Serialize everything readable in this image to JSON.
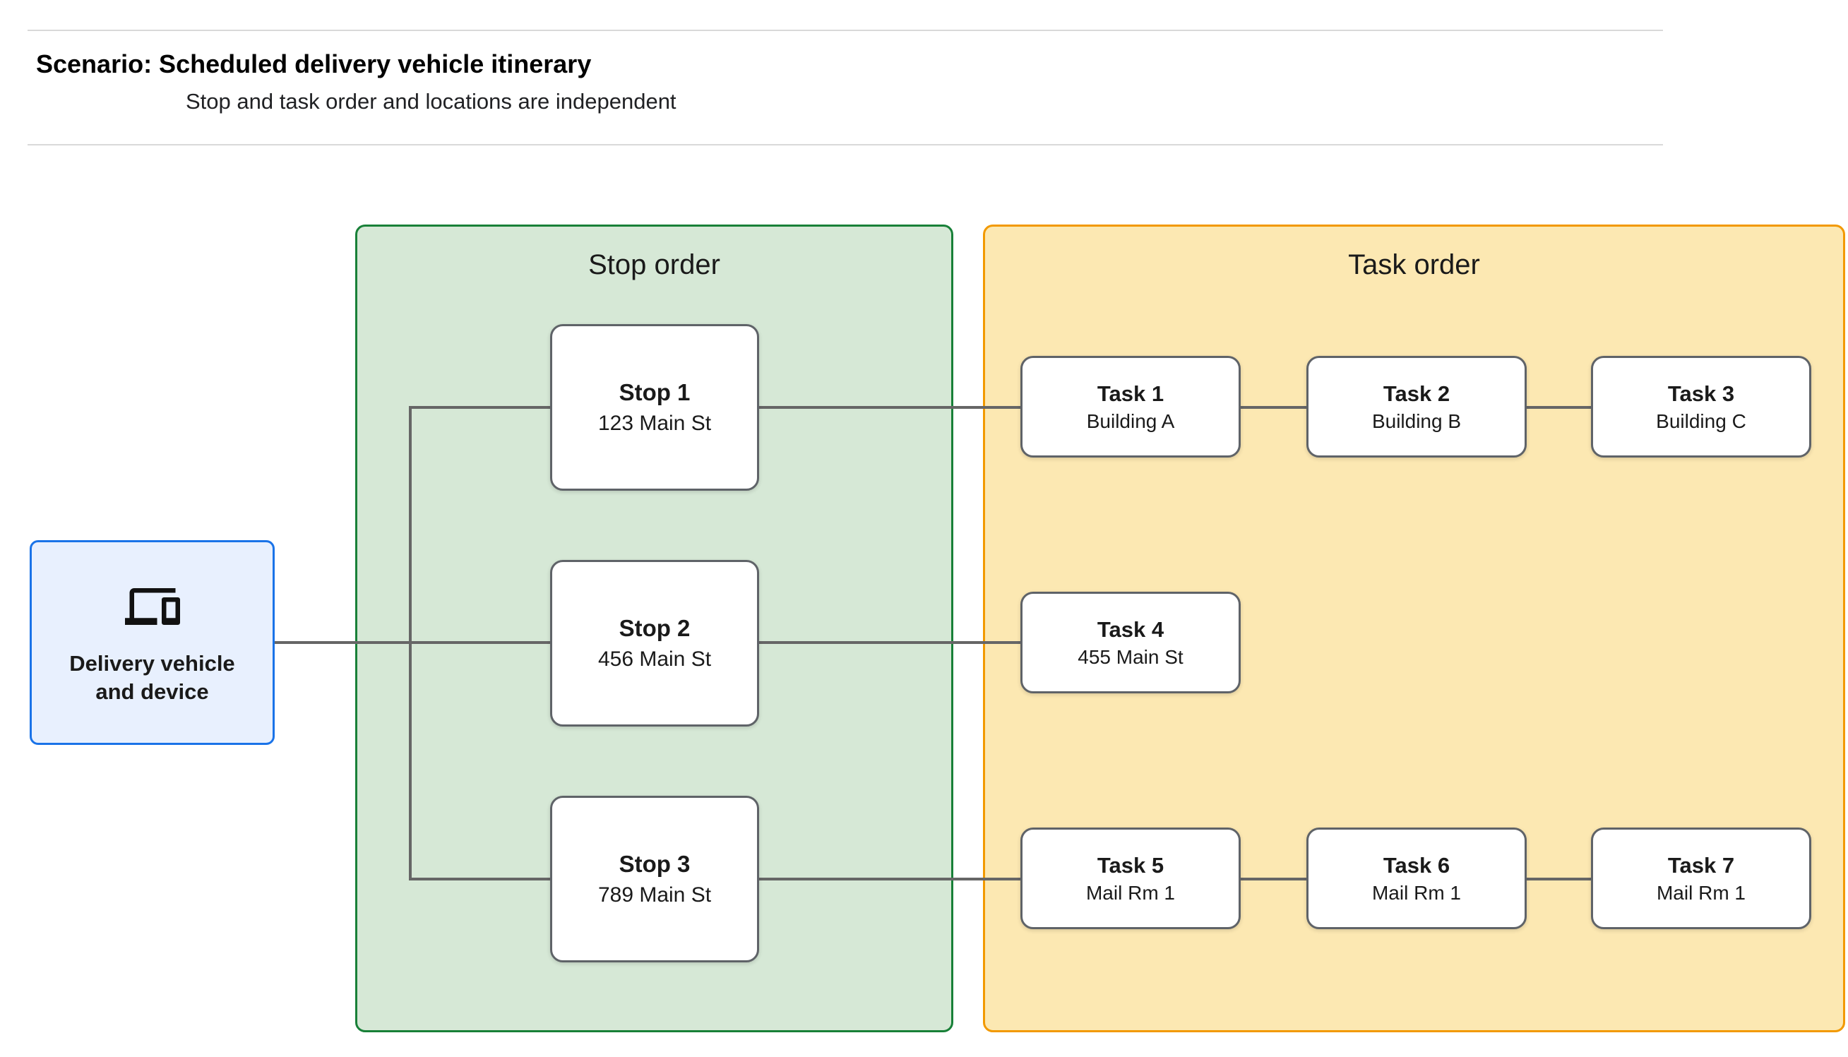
{
  "header": {
    "title": "Scenario: Scheduled delivery vehicle itinerary",
    "subtitle": "Stop and task order and locations are independent"
  },
  "device_node": {
    "label": "Delivery vehicle and device",
    "icon": "devices-icon"
  },
  "panels": {
    "stop_order": {
      "title": "Stop order",
      "fill": "#d6e8d6",
      "border": "#188038"
    },
    "task_order": {
      "title": "Task order",
      "fill": "#fce8b2",
      "border": "#f29900"
    }
  },
  "stops": [
    {
      "name": "Stop 1",
      "location": "123 Main St"
    },
    {
      "name": "Stop 2",
      "location": "456 Main St"
    },
    {
      "name": "Stop 3",
      "location": "789 Main St"
    }
  ],
  "tasks": [
    {
      "name": "Task 1",
      "location": "Building A"
    },
    {
      "name": "Task 2",
      "location": "Building B"
    },
    {
      "name": "Task 3",
      "location": "Building C"
    },
    {
      "name": "Task 4",
      "location": "455 Main St"
    },
    {
      "name": "Task 5",
      "location": "Mail Rm 1"
    },
    {
      "name": "Task 6",
      "location": "Mail Rm 1"
    },
    {
      "name": "Task 7",
      "location": "Mail Rm 1"
    }
  ],
  "connections": {
    "device_to": [
      "Stop 1",
      "Stop 2",
      "Stop 3"
    ],
    "stop_to_tasks": {
      "Stop 1": [
        "Task 1",
        "Task 2",
        "Task 3"
      ],
      "Stop 2": [
        "Task 4"
      ],
      "Stop 3": [
        "Task 5",
        "Task 6",
        "Task 7"
      ]
    }
  },
  "colors": {
    "device_fill": "#e8f0fe",
    "device_border": "#1a73e8",
    "node_border": "#5f6368",
    "connector": "#666666",
    "text": "#202124",
    "divider": "#d9d9d9"
  }
}
